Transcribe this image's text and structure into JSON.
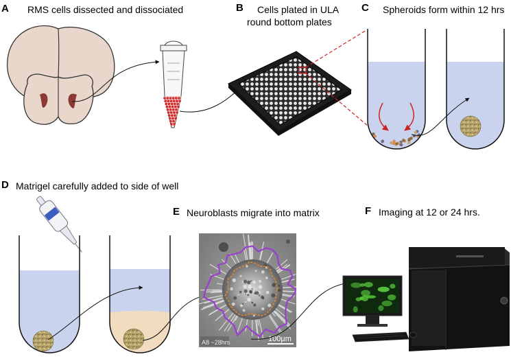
{
  "panels": {
    "a": {
      "letter": "A",
      "caption": "RMS cells dissected and dissociated"
    },
    "b": {
      "letter": "B",
      "caption_line1": "Cells plated in ULA",
      "caption_line2": "round bottom plates"
    },
    "c": {
      "letter": "C",
      "caption": "Spheroids form within 12 hrs"
    },
    "d": {
      "letter": "D",
      "caption": "Matrigel carefully added to side of well"
    },
    "e": {
      "letter": "E",
      "caption": "Neuroblasts migrate into matrix",
      "image_tag": "A8 ~28hrs",
      "scale_bar": "100µm"
    },
    "f": {
      "letter": "F",
      "caption": "Imaging at 12 or 24 hrs."
    }
  },
  "colors": {
    "medium": "#c9d3ee",
    "matrigel": "#f2dcc0",
    "cells_red": "#d42a2a",
    "arrow_red": "#cc2222",
    "spheroid": "#b8a46a",
    "brain": "#e9d7cc",
    "lobe_mark": "#8a3a33",
    "plate": "#1d1d1d",
    "micro_bg": "#8d8d8d",
    "outline_purple": "#9a3fd0",
    "outline_orange": "#e08a2c",
    "screen_green": "#55c23a"
  },
  "icons": [
    "brain-icon",
    "microcentrifuge-tube-icon",
    "well-plate-icon",
    "pipette-icon",
    "well-tube-icon",
    "microscope-image",
    "imaging-system-icon",
    "monitor-icon",
    "keyboard-icon",
    "mouse-icon"
  ]
}
